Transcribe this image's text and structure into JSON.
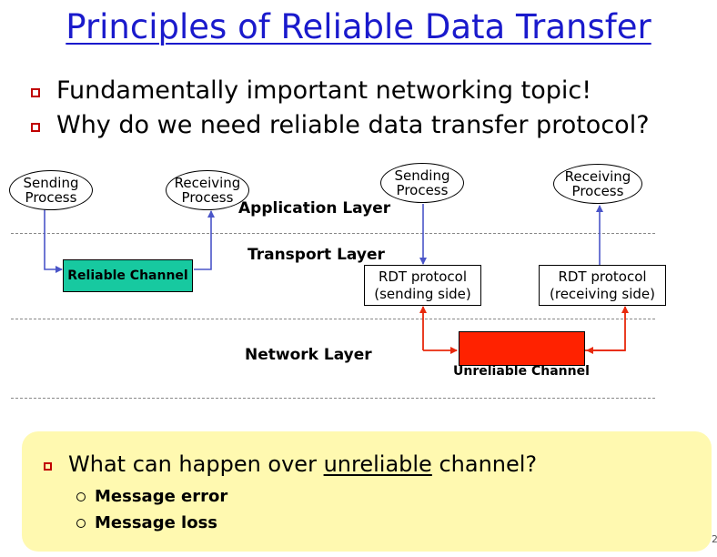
{
  "title": "Principles of Reliable Data Transfer",
  "bullets": [
    "Fundamentally important networking topic!",
    "Why do we need reliable data transfer protocol?"
  ],
  "diagram": {
    "left": {
      "sending_process": [
        "Sending",
        "Process"
      ],
      "receiving_process": [
        "Receiving",
        "Process"
      ],
      "reliable_channel": "Reliable Channel"
    },
    "right": {
      "sending_process": [
        "Sending",
        "Process"
      ],
      "receiving_process": [
        "Receiving",
        "Process"
      ],
      "rdt_send": [
        "RDT protocol",
        "(sending side)"
      ],
      "rdt_recv": [
        "RDT protocol",
        "(receiving side)"
      ],
      "unreliable_channel": "Unreliable Channel"
    },
    "layers": {
      "application": "Application Layer",
      "transport": "Transport Layer",
      "network": "Network Layer"
    },
    "colors": {
      "arrow_blue": "#4a55c8",
      "arrow_red": "#e8290c",
      "reliable": "#17c9a0",
      "unreliable": "#ff2200"
    }
  },
  "callout": {
    "question_prefix": "What can happen over ",
    "question_underlined": "unreliable",
    "question_suffix": " channel?",
    "items": [
      "Message error",
      "Message loss"
    ]
  },
  "page_number": "2"
}
